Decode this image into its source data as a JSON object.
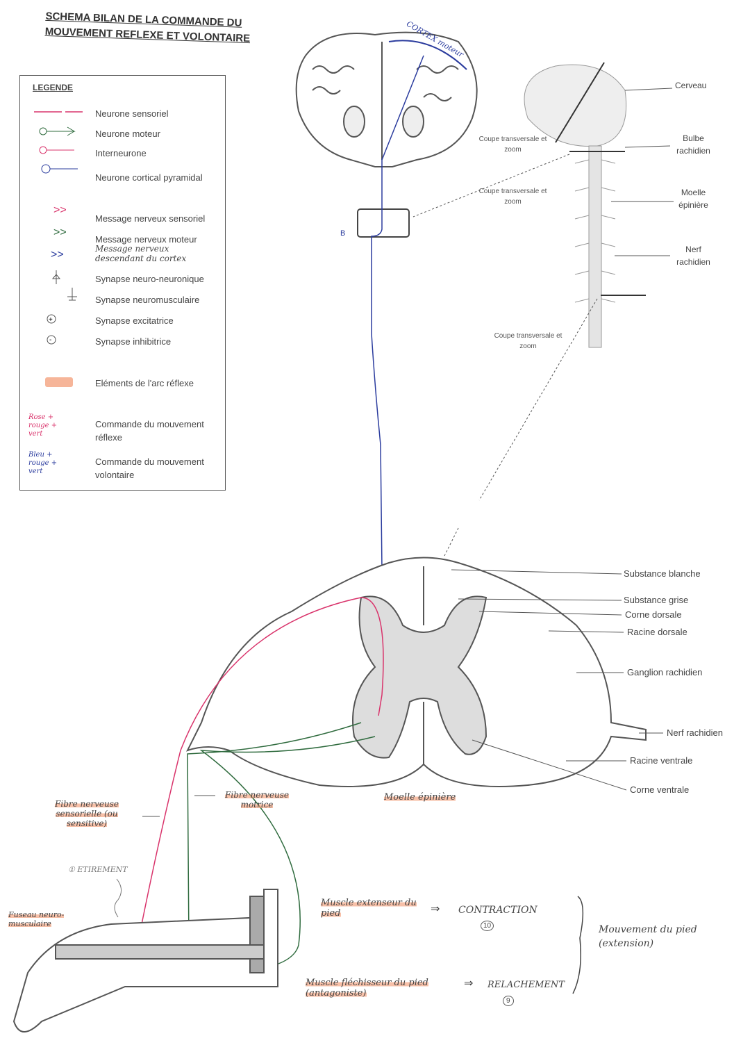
{
  "title": {
    "line1": "SCHEMA BILAN DE LA COMMANDE DU",
    "line2": "MOUVEMENT REFLEXE ET VOLONTAIRE"
  },
  "legend": {
    "heading": "LEGENDE",
    "items": [
      {
        "label": "Neurone sensoriel"
      },
      {
        "label": "Neurone moteur"
      },
      {
        "label": "Interneurone"
      },
      {
        "label": "Neurone cortical pyramidal"
      },
      {
        "label": "Message nerveux sensoriel"
      },
      {
        "label": "Message nerveux moteur"
      },
      {
        "label": "Message nerveux descendant du cortex"
      },
      {
        "label": "Synapse neuro-neuronique"
      },
      {
        "label": "Synapse neuromusculaire"
      },
      {
        "label": "Synapse excitatrice"
      },
      {
        "label": "Synapse inhibitrice"
      },
      {
        "label": "Eléments de l'arc réflexe"
      },
      {
        "label": "Commande du mouvement réflexe",
        "key": "Rose + rouge + vert"
      },
      {
        "label": "Commande du mouvement volontaire",
        "key": "Bleu + rouge + vert"
      }
    ]
  },
  "brain": {
    "cortex_label": "CORTEX moteur",
    "box_label": "B"
  },
  "anatomy": {
    "cerveau": "Cerveau",
    "bulbe": "Bulbe rachidien",
    "moelle": "Moelle épinière",
    "nerf": "Nerf rachidien",
    "coupe1": "Coupe transversale et zoom",
    "coupe2": "Coupe transversale et zoom",
    "coupe3": "Coupe transversale et zoom"
  },
  "spinal_cord": {
    "labels": [
      "Substance blanche",
      "Substance grise",
      "Corne dorsale",
      "Racine dorsale",
      "Ganglion rachidien",
      "Nerf rachidien",
      "Racine ventrale",
      "Corne ventrale"
    ],
    "caption": "Moelle épinière"
  },
  "fibers": {
    "motor": "Fibre nerveuse motrice",
    "sensory": "Fibre nerveuse sensorielle (ou sensitive)"
  },
  "leg": {
    "stretch": "① ETIREMENT",
    "spindle": "Fuseau neuro-musculaire"
  },
  "results": {
    "extensor": "Muscle extenseur du pied",
    "contraction": "CONTRACTION",
    "contraction_step": "10",
    "flexor": "Muscle fléchisseur du pied (antagoniste)",
    "relaxation": "RELACHEMENT",
    "relaxation_step": "9",
    "movement": "Mouvement du pied (extension)"
  },
  "colors": {
    "sensory": "#d9336b",
    "motor": "#2f6b3e",
    "cortical": "#2b3c9e",
    "highlight": "#f2966e",
    "grey_matter": "#d9d9d9"
  }
}
